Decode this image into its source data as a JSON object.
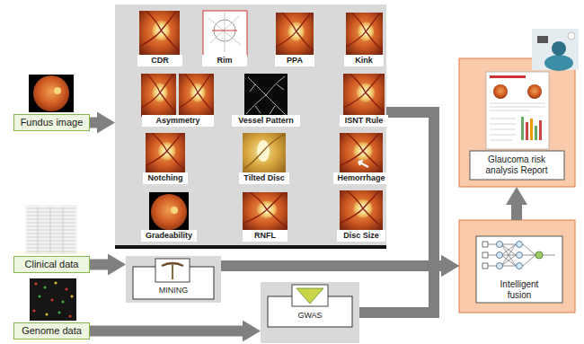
{
  "diagram": {
    "nodes": [
      {
        "text": [
          "Fundus image"
        ]
      },
      {
        "text": []
      },
      {
        "text": [
          "CDR"
        ],
        "in": 1
      },
      {
        "text": [
          "Rim"
        ],
        "in": 1
      },
      {
        "text": [
          "PPA"
        ],
        "in": 1
      },
      {
        "text": [
          "Kink"
        ],
        "in": 1
      },
      {
        "text": [
          "Asymmetry"
        ],
        "in": 1
      },
      {
        "text": [
          "Vessel Pattern"
        ],
        "in": 1
      },
      {
        "text": [
          "ISNT Rule"
        ],
        "in": 1
      },
      {
        "text": [
          "Notching"
        ],
        "in": 1
      },
      {
        "text": [
          "Tilted Disc"
        ],
        "in": 1
      },
      {
        "text": [
          "Hemorrhage"
        ],
        "in": 1
      },
      {
        "text": [
          "Gradeability"
        ],
        "in": 1
      },
      {
        "text": [
          "RNFL"
        ],
        "in": 1
      },
      {
        "text": [
          "Disc Size"
        ],
        "in": 1
      },
      {
        "text": [
          "Glaucoma risk analysis Report"
        ]
      },
      {
        "text": [
          "Clinical data"
        ]
      },
      {
        "text": [
          "MINING"
        ]
      },
      {
        "text": [
          "Intelligent fusion"
        ]
      },
      {
        "text": [
          "Genome data"
        ]
      },
      {
        "text": [
          "GWAS"
        ]
      }
    ],
    "edges": [
      {
        "from": 0,
        "to": 1,
        "arrow": "to"
      },
      {
        "from": 1,
        "to": 18,
        "arrow": "to"
      },
      {
        "from": 16,
        "to": 17,
        "arrow": "to"
      },
      {
        "from": 17,
        "to": 18,
        "arrow": "to"
      },
      {
        "from": 19,
        "to": 20,
        "arrow": "to"
      },
      {
        "from": 20,
        "to": 18,
        "arrow": "to"
      },
      {
        "from": 18,
        "to": 15,
        "arrow": "to"
      }
    ]
  }
}
